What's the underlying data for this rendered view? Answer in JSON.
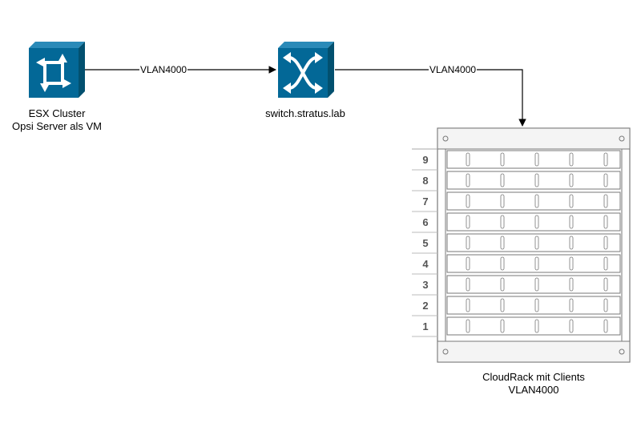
{
  "colors": {
    "device_fill": "#036897",
    "device_dark": "#02506f",
    "device_light": "#2a8ab8",
    "edge": "#000000",
    "rack_stroke": "#777777"
  },
  "nodes": {
    "esx": {
      "line1": "ESX Cluster",
      "line2": "Opsi Server als VM",
      "icon": "router-icon"
    },
    "switch": {
      "label": "switch.stratus.lab",
      "icon": "switch-icon"
    },
    "rack": {
      "line1": "CloudRack mit Clients",
      "line2": "VLAN4000",
      "icon": "server-rack-icon"
    }
  },
  "edges": [
    {
      "from": "esx",
      "to": "switch",
      "label": "VLAN4000"
    },
    {
      "from": "switch",
      "to": "rack",
      "label": "VLAN4000"
    }
  ],
  "rack_units": [
    "9",
    "8",
    "7",
    "6",
    "5",
    "4",
    "3",
    "2",
    "1"
  ]
}
